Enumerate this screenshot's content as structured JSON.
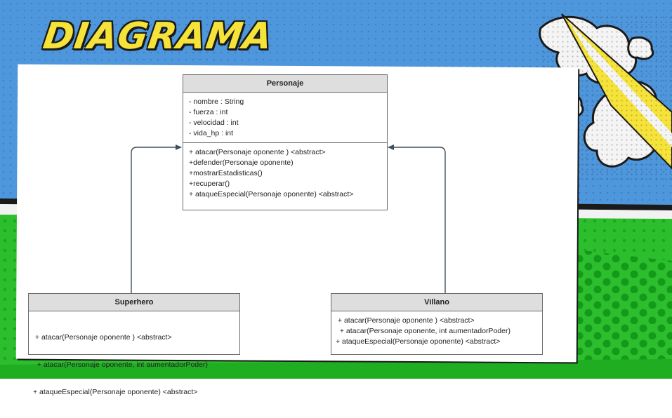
{
  "title": "DIAGRAMA",
  "colors": {
    "sky_blue": "#4f97dc",
    "grass_green": "#2dbe2d",
    "title_yellow": "#f6e33a",
    "header_gray": "#dedede",
    "arrow": "#3f4f5f"
  },
  "classes": {
    "personaje": {
      "name": "Personaje",
      "attributes": [
        "- nombre : String",
        "- fuerza : int",
        "- velocidad : int",
        "- vida_hp : int"
      ],
      "methods": [
        "+ atacar(Personaje oponente ) <abstract>",
        "+defender(Personaje oponente)",
        "+mostrarEstadisticas()",
        "+recuperar()",
        "+ ataqueEspecial(Personaje oponente) <abstract>"
      ]
    },
    "superhero": {
      "name": "Superhero",
      "methods": [
        " + atacar(Personaje oponente ) <abstract>",
        "  + atacar(Personaje oponente, int aumentadorPoder)",
        "+ ataqueEspecial(Personaje oponente) <abstract>"
      ]
    },
    "villano": {
      "name": "Villano",
      "methods": [
        " + atacar(Personaje oponente ) <abstract>",
        "  + atacar(Personaje oponente, int aumentadorPoder)",
        "+ ataqueEspecial(Personaje oponente) <abstract>"
      ]
    }
  }
}
